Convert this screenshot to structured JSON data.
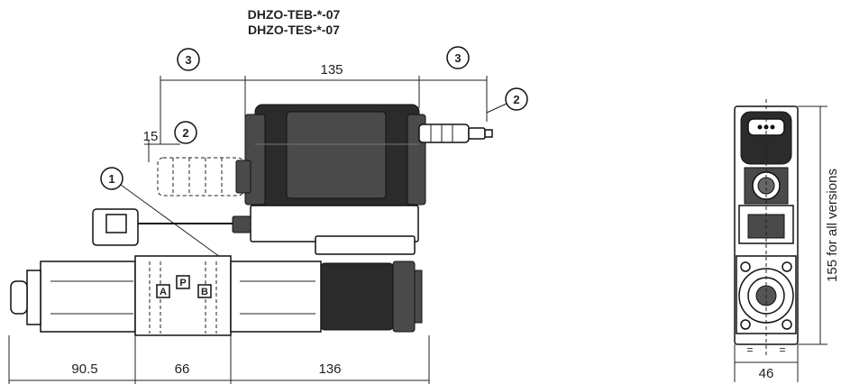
{
  "title": {
    "line1": "DHZO-TEB-*-07",
    "line2": "DHZO-TES-*-07"
  },
  "dimensions": {
    "top_width": "135",
    "offset": "15",
    "bottom_left": "90.5",
    "bottom_mid": "66",
    "bottom_right": "136",
    "side_height": "155 for all versions",
    "side_width": "46",
    "equal_mark": "="
  },
  "callouts": {
    "c1": "1",
    "c2": "2",
    "c3": "3"
  },
  "ports": {
    "a": "A",
    "p": "P",
    "b": "B"
  }
}
